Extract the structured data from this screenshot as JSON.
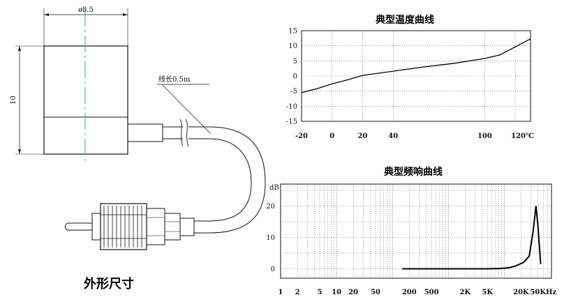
{
  "drawing": {
    "diameter_label": "ø8.5",
    "height_label": "10",
    "cable_label": "线长0.5m",
    "caption": "外形尺寸"
  },
  "chart_data": [
    {
      "type": "line",
      "title": "典型温度曲线",
      "x_unit": "℃",
      "x_ticks": [
        -20,
        0,
        20,
        40,
        100,
        120
      ],
      "y_ticks": [
        15,
        10,
        5,
        0,
        -5,
        -10,
        -15
      ],
      "xlim": [
        -20,
        130
      ],
      "ylim": [
        -15,
        15
      ],
      "grid": true,
      "x": [
        -20,
        -10,
        0,
        10,
        20,
        40,
        60,
        80,
        100,
        110,
        130
      ],
      "y": [
        -5.5,
        -4.2,
        -2.6,
        -1.3,
        0.2,
        1.6,
        3.0,
        4.2,
        5.8,
        7.0,
        12.3
      ]
    },
    {
      "type": "line",
      "title": "典型频响曲线",
      "y_unit": "dB",
      "x_scale": "log",
      "x_tick_values": [
        1,
        2,
        5,
        10,
        20,
        50,
        200,
        500,
        2000,
        5000,
        20000,
        50000
      ],
      "x_tick_labels": [
        "1",
        "2",
        "5",
        "10",
        "20",
        "50",
        "200",
        "500",
        "2K",
        "5K",
        "20K",
        "50KHz"
      ],
      "y_ticks": [
        20,
        10,
        0
      ],
      "xlim": [
        1,
        70000
      ],
      "ylim": [
        -3,
        27
      ],
      "grid": true,
      "x": [
        150,
        500,
        1000,
        2000,
        5000,
        8000,
        12000,
        16000,
        22000,
        28000,
        33000,
        37000,
        40000,
        45000
      ],
      "y": [
        0,
        0,
        0,
        0,
        0,
        0.1,
        0.3,
        0.9,
        2.0,
        4.0,
        12.0,
        20.0,
        14.0,
        1.5
      ]
    }
  ]
}
